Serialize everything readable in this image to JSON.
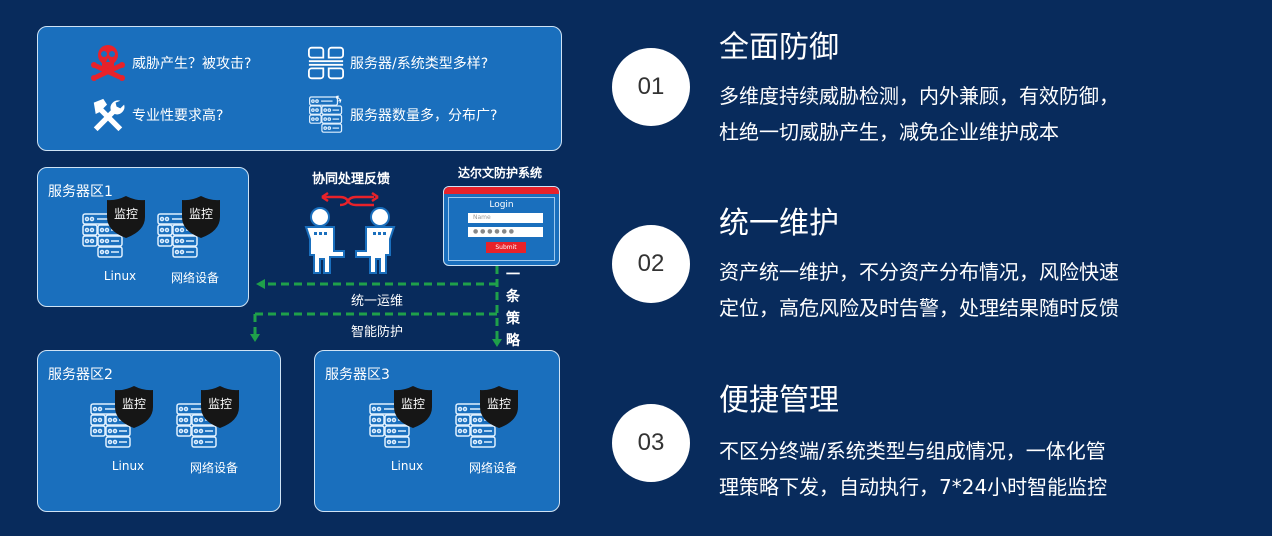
{
  "issues_panel": {
    "items": [
      {
        "icon": "skull-crossbones-icon",
        "label": "威胁产生？被攻击?"
      },
      {
        "icon": "server-types-grid-icon",
        "label": "服务器/系统类型多样?"
      },
      {
        "icon": "tools-icon",
        "label": "专业性要求高?"
      },
      {
        "icon": "server-stack-icon",
        "label": "服务器数量多，分布广?"
      }
    ]
  },
  "zones": [
    {
      "title": "服务器区1",
      "devices": [
        {
          "label": "Linux",
          "badge": "监控"
        },
        {
          "label": "网络设备",
          "badge": "监控"
        }
      ]
    },
    {
      "title": "服务器区2",
      "devices": [
        {
          "label": "Linux",
          "badge": "监控"
        },
        {
          "label": "网络设备",
          "badge": "监控"
        }
      ]
    },
    {
      "title": "服务器区3",
      "devices": [
        {
          "label": "Linux",
          "badge": "监控"
        },
        {
          "label": "网络设备",
          "badge": "监控"
        }
      ]
    }
  ],
  "collaboration": {
    "label": "协同处理反馈"
  },
  "system": {
    "title": "达尔文防护系统",
    "login_title": "Login",
    "name_placeholder": "Name",
    "password_value": "● ● ● ● ● ●",
    "submit_label": "Submit"
  },
  "flows": {
    "unified_ops": "统一运维",
    "smart_protect": "智能防护",
    "one_policy": [
      "一",
      "条",
      "策",
      "略"
    ]
  },
  "colors": {
    "background": "#082b5c",
    "panel": "#1a6fbd",
    "accent_red": "#e8222a",
    "flow_green": "#1fa04a",
    "shield": "#161616"
  },
  "features": [
    {
      "number": "01",
      "title": "全面防御",
      "lines": [
        "多维度持续威胁检测，内外兼顾，有效防御，",
        "杜绝一切威胁产生，减免企业维护成本"
      ]
    },
    {
      "number": "02",
      "title": "统一维护",
      "lines": [
        "资产统一维护，不分资产分布情况，风险快速",
        "定位，高危风险及时告警，处理结果随时反馈"
      ]
    },
    {
      "number": "03",
      "title": "便捷管理",
      "lines": [
        "不区分终端/系统类型与组成情况，一体化管",
        "理策略下发，自动执行，7*24小时智能监控"
      ]
    }
  ]
}
